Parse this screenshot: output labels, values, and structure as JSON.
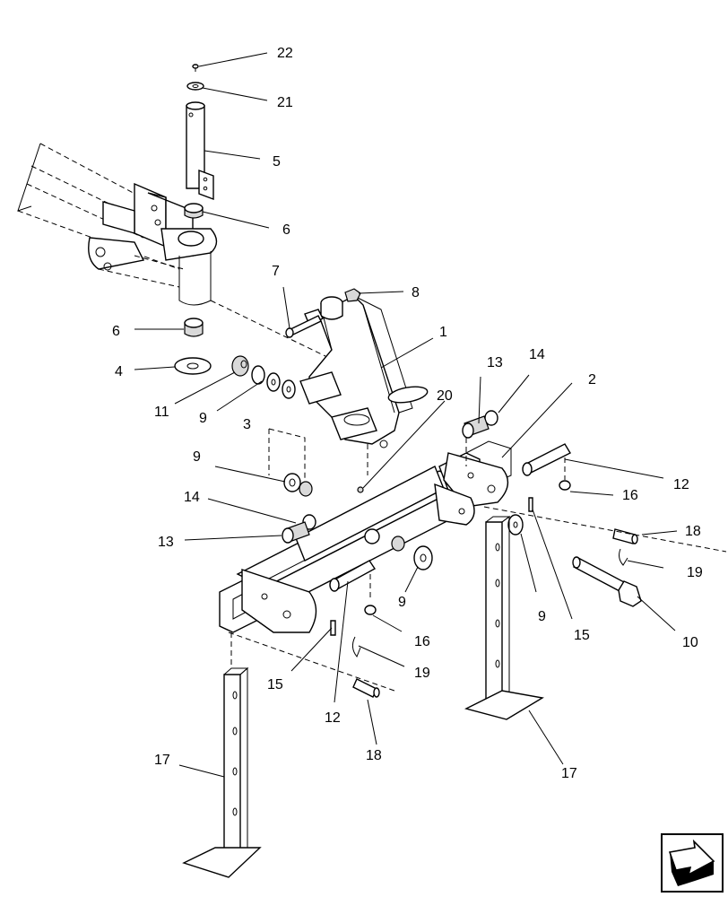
{
  "callouts": {
    "c22": "22",
    "c21": "21",
    "c5": "5",
    "c6a": "6",
    "c7": "7",
    "c8": "8",
    "c6b": "6",
    "c1": "1",
    "c4": "4",
    "c11": "11",
    "c9a": "9",
    "c13a": "13",
    "c14a": "14",
    "c2": "2",
    "c20": "20",
    "c3": "3",
    "c9b": "9",
    "c12a": "12",
    "c16a": "16",
    "c14b": "14",
    "c13b": "13",
    "c18a": "18",
    "c19a": "19",
    "c9c": "9",
    "c9d": "9",
    "c15a": "15",
    "c10": "10",
    "c16b": "16",
    "c15b": "15",
    "c19b": "19",
    "c12b": "12",
    "c18b": "18",
    "c17a": "17",
    "c17b": "17"
  },
  "nav_icon": "next-page-arrow-icon"
}
